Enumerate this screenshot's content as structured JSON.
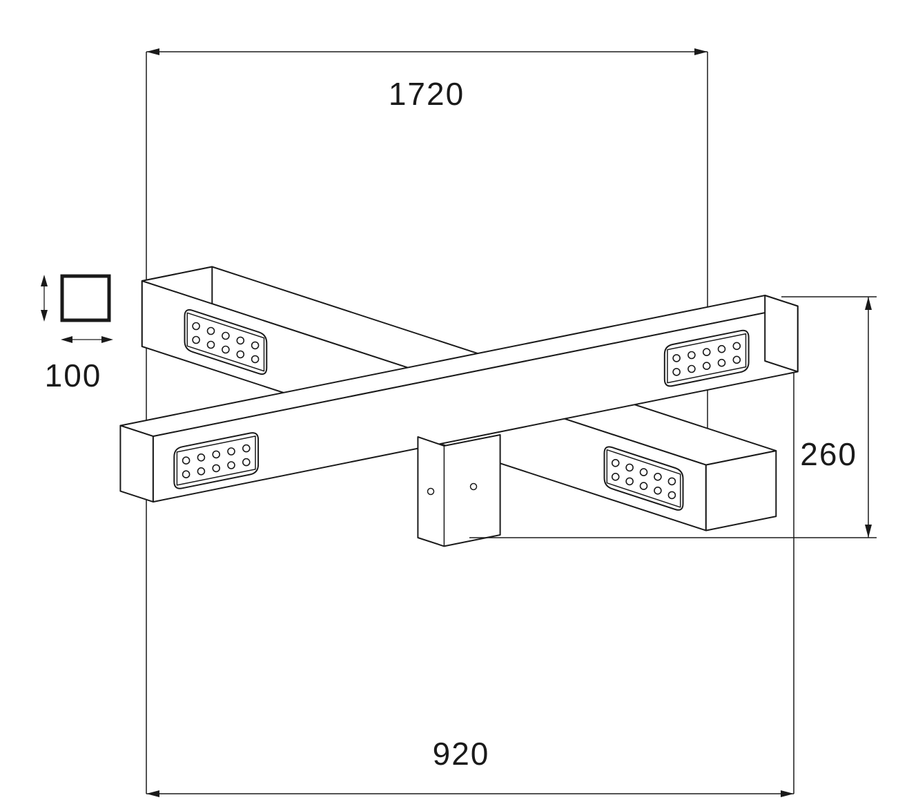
{
  "dimensions": {
    "overall_length_label": "1720",
    "width_label": "920",
    "height_label": "260",
    "profile_size_label": "100"
  },
  "colors": {
    "line": "#1a1a1a",
    "background": "#ffffff"
  }
}
